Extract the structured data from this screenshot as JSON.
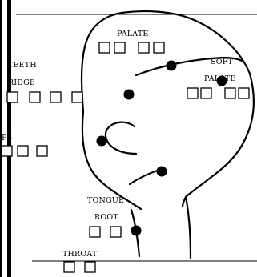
{
  "diagram": {
    "labels": {
      "teeth": "TEETH",
      "ridge": "RIDGE",
      "palate": "PALATE",
      "soft": "SOFT",
      "soft_palate": "PALATE",
      "lips_partial": "PS",
      "tongue": "TONGUE",
      "root": "ROOT",
      "throat": "THROAT"
    }
  }
}
